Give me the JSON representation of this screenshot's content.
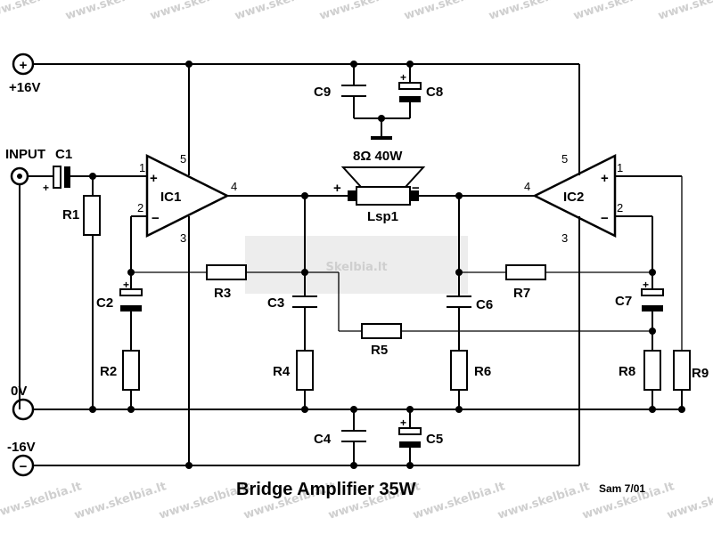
{
  "watermark": {
    "text": "www.skelbia.lt",
    "center_text": "Skelbia.lt"
  },
  "rails": {
    "positive_label": "+16V",
    "ground_label": "0V",
    "negative_label": "-16V",
    "plus_symbol": "+",
    "minus_symbol": "−"
  },
  "input": {
    "label": "INPUT",
    "cap_label": "C1"
  },
  "amplifiers": [
    {
      "label": "IC1",
      "pin_in_plus": "1",
      "pin_in_minus": "2",
      "pin_out": "4",
      "pin_vplus": "5",
      "pin_vminus": "3"
    },
    {
      "label": "IC2",
      "pin_in_plus": "1",
      "pin_in_minus": "2",
      "pin_out": "4",
      "pin_vplus": "5",
      "pin_vminus": "3"
    }
  ],
  "speaker": {
    "label": "Lsp1",
    "rating": "8Ω 40W",
    "plus": "+",
    "minus": "−"
  },
  "components": {
    "r1": "R1",
    "r2": "R2",
    "r3": "R3",
    "r4": "R4",
    "r5": "R5",
    "r6": "R6",
    "r7": "R7",
    "r8": "R8",
    "r9": "R9",
    "c2": "C2",
    "c3": "C3",
    "c4": "C4",
    "c5": "C5",
    "c6": "C6",
    "c7": "C7",
    "c8": "C8",
    "c9": "C9",
    "polarity_plus": "+"
  },
  "footer": {
    "title": "Bridge Amplifier 35W",
    "author": "Sam 7/01"
  }
}
